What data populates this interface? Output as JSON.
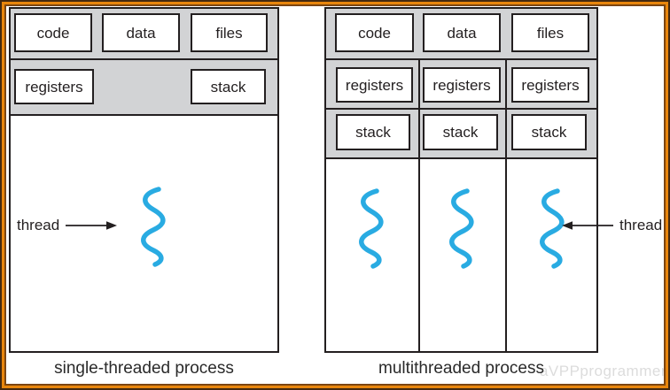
{
  "diagram": {
    "left_process": {
      "caption": "single-threaded process",
      "memory_boxes": [
        "code",
        "data",
        "files"
      ],
      "registers_label": "registers",
      "stack_label": "stack",
      "thread_label": "thread"
    },
    "right_process": {
      "caption": "multithreaded process",
      "memory_boxes": [
        "code",
        "data",
        "files"
      ],
      "columns": [
        {
          "registers_label": "registers",
          "stack_label": "stack"
        },
        {
          "registers_label": "registers",
          "stack_label": "stack"
        },
        {
          "registers_label": "registers",
          "stack_label": "stack"
        }
      ],
      "thread_label": "thread"
    },
    "watermark_text": "aVPPprogrammer",
    "colors": {
      "thread_squiggle": "#29abe2",
      "band_gray": "#d2d3d5",
      "line_black": "#231f20",
      "frame_orange": "#e8860d",
      "frame_dark_outer": "#44290f",
      "frame_dark_inner": "#7c4511"
    }
  }
}
